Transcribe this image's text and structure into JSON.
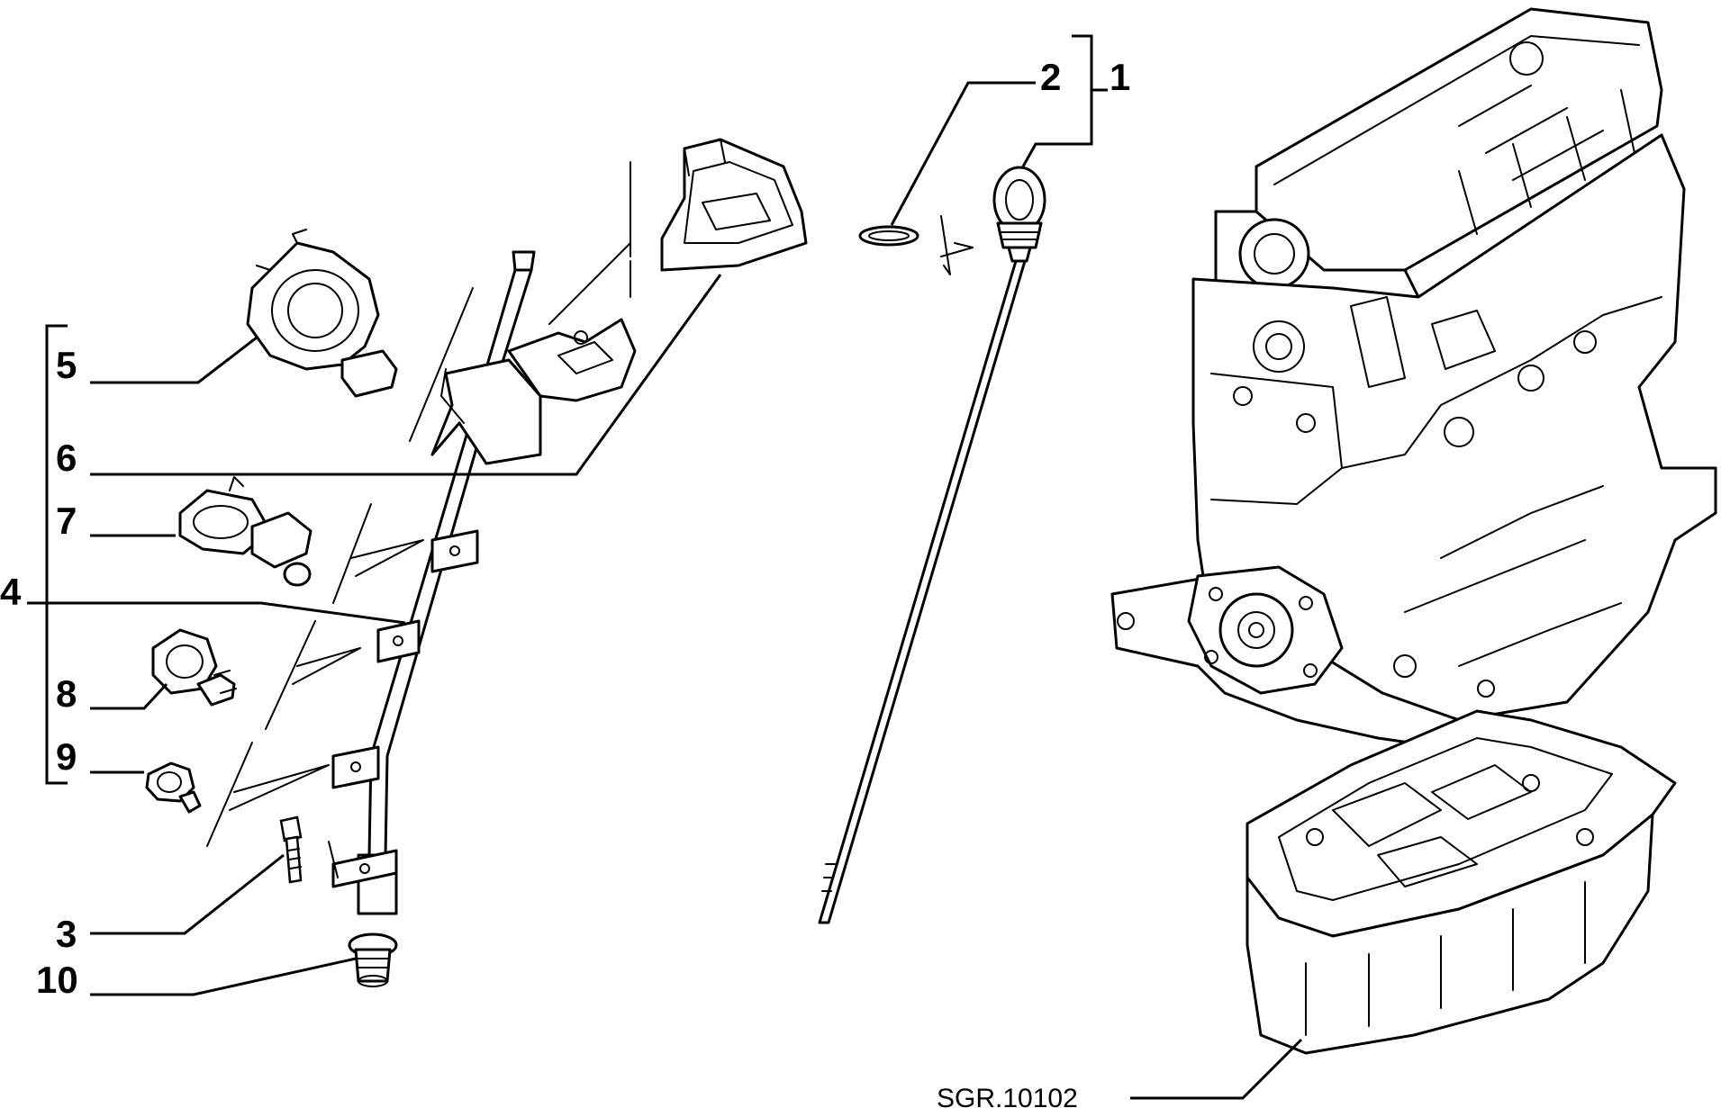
{
  "diagram": {
    "reference_code": "SGR.10102",
    "callouts": [
      {
        "id": "1",
        "label": "1",
        "part": "oil-dipstick"
      },
      {
        "id": "2",
        "label": "2",
        "part": "dipstick-seal-ring"
      },
      {
        "id": "3",
        "label": "3",
        "part": "fixing-bolt"
      },
      {
        "id": "4",
        "label": "4",
        "part": "dipstick-guide-tube"
      },
      {
        "id": "5",
        "label": "5",
        "part": "hose-clamp-large"
      },
      {
        "id": "6",
        "label": "6",
        "part": "mounting-bracket"
      },
      {
        "id": "7",
        "label": "7",
        "part": "clip-with-stud"
      },
      {
        "id": "8",
        "label": "8",
        "part": "pipe-clip"
      },
      {
        "id": "9",
        "label": "9",
        "part": "small-clip"
      },
      {
        "id": "10",
        "label": "10",
        "part": "grommet"
      }
    ]
  }
}
